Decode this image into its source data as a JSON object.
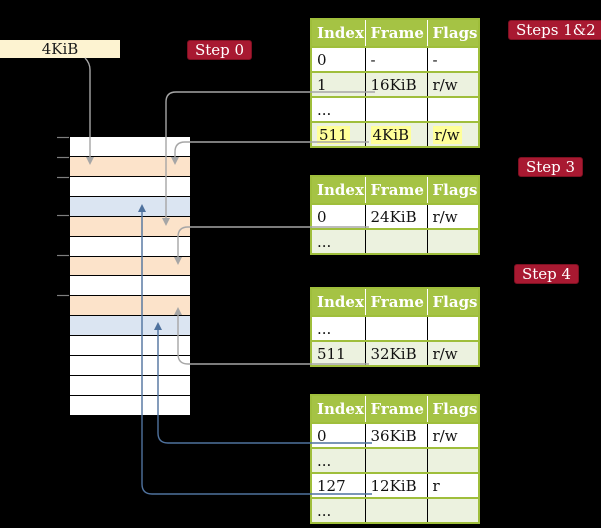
{
  "physical_memory": {
    "frame_size_label": "4KiB",
    "rows": [
      "white",
      "orange",
      "white",
      "blue",
      "orange",
      "white",
      "orange",
      "white",
      "orange",
      "blue",
      "white",
      "white",
      "white",
      "white"
    ],
    "tick_count": 6
  },
  "step_badges": {
    "step0": "Step 0",
    "steps_1_2": "Steps 1&2",
    "step3": "Step 3",
    "step4": "Step 4"
  },
  "tables": [
    {
      "columns": [
        "Index",
        "Frame",
        "Flags"
      ],
      "rows": [
        {
          "cells": [
            "0",
            "-",
            "-"
          ]
        },
        {
          "cells": [
            "1",
            "16KiB",
            "r/w"
          ]
        },
        {
          "cells": [
            "...",
            "",
            ""
          ]
        },
        {
          "cells": [
            "511",
            "4KiB",
            "r/w"
          ]
        }
      ]
    },
    {
      "columns": [
        "Index",
        "Frame",
        "Flags"
      ],
      "rows": [
        {
          "cells": [
            "0",
            "24KiB",
            "r/w"
          ]
        },
        {
          "cells": [
            "...",
            "",
            ""
          ]
        }
      ]
    },
    {
      "columns": [
        "Index",
        "Frame",
        "Flags"
      ],
      "rows": [
        {
          "cells": [
            "...",
            "",
            ""
          ]
        },
        {
          "cells": [
            "511",
            "32KiB",
            "r/w"
          ]
        }
      ]
    },
    {
      "columns": [
        "Index",
        "Frame",
        "Flags"
      ],
      "rows": [
        {
          "cells": [
            "0",
            "36KiB",
            "r/w"
          ]
        },
        {
          "cells": [
            "...",
            "",
            ""
          ]
        },
        {
          "cells": [
            "127",
            "12KiB",
            "r"
          ]
        },
        {
          "cells": [
            "...",
            "",
            ""
          ]
        }
      ]
    }
  ],
  "connectors": [
    {
      "from": "size-box-4KiB",
      "to": "memory-frame-4KiB",
      "color": "gray"
    },
    {
      "from": "table1-row-1",
      "to": "memory-frame-16KiB",
      "color": "gray"
    },
    {
      "from": "table1-row-511",
      "to": "memory-frame-4KiB",
      "color": "gray"
    },
    {
      "from": "table2-row-0",
      "to": "memory-frame-24KiB",
      "color": "gray"
    },
    {
      "from": "table3-row-511",
      "to": "memory-frame-32KiB",
      "color": "gray"
    },
    {
      "from": "table4-row-0",
      "to": "memory-frame-36KiB",
      "color": "blue"
    },
    {
      "from": "table4-row-127",
      "to": "memory-frame-12KiB",
      "color": "blue"
    }
  ],
  "colors": {
    "background": "#000000",
    "badge_red": "#a81931",
    "table_header_green": "#a5c344",
    "table_border_green": "#9fbe3b",
    "row_light_green": "#ecf2df",
    "highlight_yellow": "#ffff99",
    "frame_orange": "#fce3ca",
    "frame_blue": "#dbe5f2",
    "size_box_cream": "#fdf3d1",
    "connector_gray": "#a6a6a6",
    "connector_blue": "#4f729e"
  }
}
